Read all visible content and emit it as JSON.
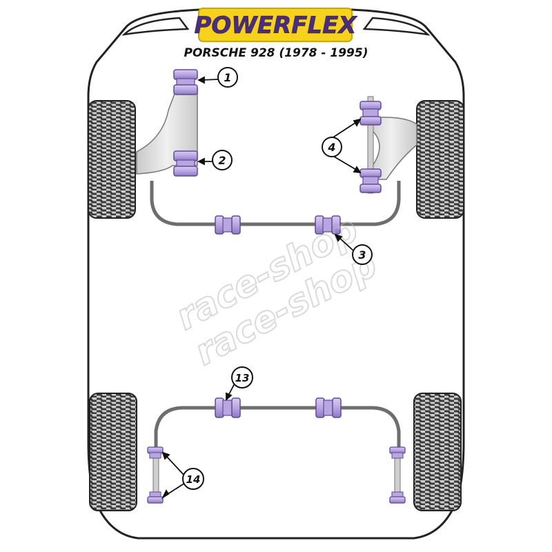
{
  "brand": {
    "name": "POWERFLEX",
    "fill": "#4b2d7f",
    "plate": "#f7d21c"
  },
  "model": "PORSCHE 928 (1978 - 1995)",
  "watermark": {
    "text": "race-shop"
  },
  "callouts": [
    {
      "id": "1",
      "label": "1"
    },
    {
      "id": "2",
      "label": "2"
    },
    {
      "id": "3",
      "label": "3"
    },
    {
      "id": "4",
      "label": "4"
    },
    {
      "id": "13",
      "label": "13"
    },
    {
      "id": "14",
      "label": "14"
    }
  ],
  "colors": {
    "bush": "#b9a6e0",
    "bush_dark": "#7d67b3",
    "arm": "#dcdcdc",
    "bar": "#7a7a7a",
    "tyre": "#3a3a3a"
  }
}
